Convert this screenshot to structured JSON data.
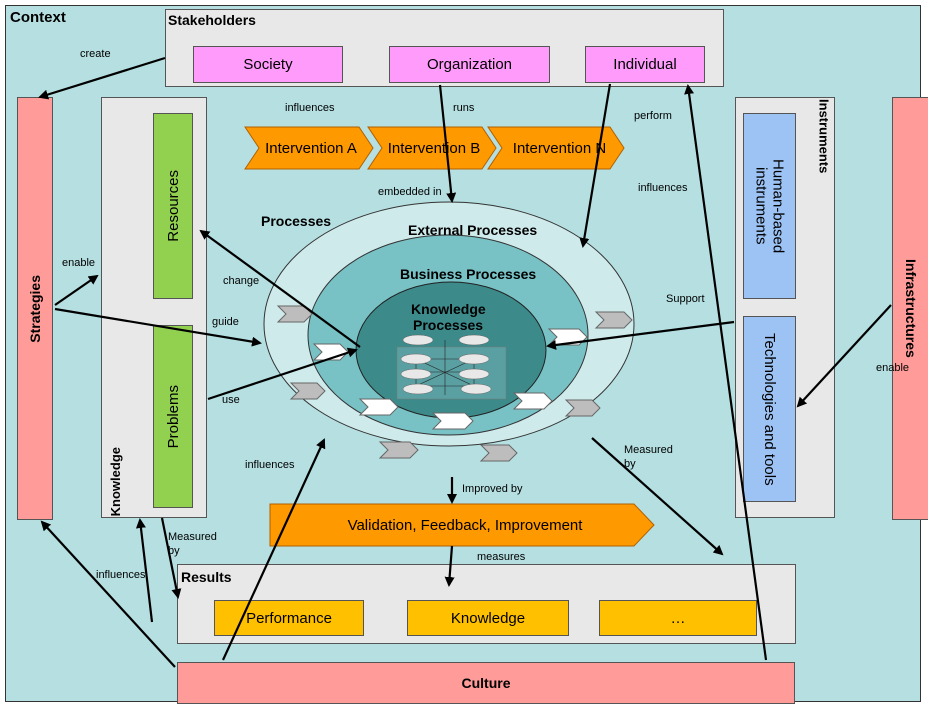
{
  "context_label": "Context",
  "stakeholders": {
    "title": "Stakeholders",
    "items": [
      "Society",
      "Organization",
      "Individual"
    ]
  },
  "strategies": "Strategies",
  "infrastructures": "Infrastructures",
  "knowledge": {
    "title": "Knowledge",
    "resources": "Resources",
    "problems": "Problems"
  },
  "instruments": {
    "title": "Instruments",
    "human": "Human-based instruments",
    "tech": "Technologies and tools"
  },
  "interventions": [
    "Intervention A",
    "Intervention B",
    "Intervention N"
  ],
  "processes": {
    "title": "Processes",
    "external": "External Processes",
    "business": "Business Processes",
    "knowledge_line1": "Knowledge",
    "knowledge_line2": "Processes"
  },
  "validation": "Validation, Feedback, Improvement",
  "results": {
    "title": "Results",
    "items": [
      "Performance",
      "Knowledge",
      "…"
    ]
  },
  "culture": "Culture",
  "edge_labels": {
    "create": "create",
    "influences_top": "influences",
    "runs": "runs",
    "perform": "perform",
    "embedded_in": "embedded in",
    "influences_right": "influences",
    "enable_left": "enable",
    "change": "change",
    "guide": "guide",
    "use": "use",
    "support": "Support",
    "enable_right": "enable",
    "influences_bottom": "influences",
    "improved_by": "Improved by",
    "measured_by_right_1": "Measured",
    "measured_by_right_2": "by",
    "measured_by_left_1": "Measured",
    "measured_by_left_2": "by",
    "measures": "measures",
    "influences_left": "influences"
  }
}
